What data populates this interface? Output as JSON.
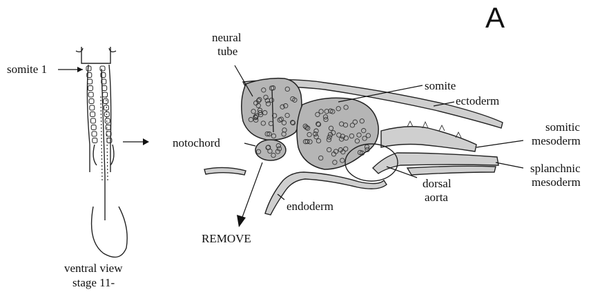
{
  "panel_letter": "A",
  "labels": {
    "somite_1": "somite 1",
    "neural_tube_line1": "neural",
    "neural_tube_line2": "tube",
    "somite": "somite",
    "ectoderm": "ectoderm",
    "somitic_mesoderm_line1": "somitic",
    "somitic_mesoderm_line2": "mesoderm",
    "notochord": "notochord",
    "splanchnic_mesoderm_line1": "splanchnic",
    "splanchnic_mesoderm_line2": "mesoderm",
    "dorsal_aorta_line1": "dorsal",
    "dorsal_aorta_line2": "aorta",
    "endoderm": "endoderm",
    "remove": "REMOVE",
    "caption_line1": "ventral view",
    "caption_line2": "stage 11-"
  }
}
